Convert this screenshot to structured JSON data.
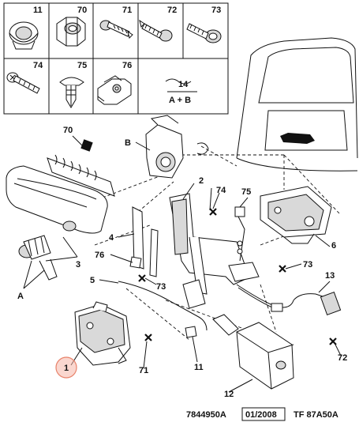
{
  "legend": {
    "cells": [
      {
        "num": "11",
        "name": "grommet"
      },
      {
        "num": "70",
        "name": "nut"
      },
      {
        "num": "71",
        "name": "screw"
      },
      {
        "num": "72",
        "name": "self-tapping screw"
      },
      {
        "num": "73",
        "name": "flanged screw"
      },
      {
        "num": "74",
        "name": "countersunk screw"
      },
      {
        "num": "75",
        "name": "clip-rivet"
      },
      {
        "num": "76",
        "name": "spring nut"
      }
    ]
  },
  "kit_note": {
    "num": "14",
    "text": "A + B"
  },
  "callouts": {
    "c1": "1",
    "c2": "2",
    "c3": "3",
    "c4": "4",
    "c5": "5",
    "c6": "6",
    "c11": "11",
    "c12": "12",
    "c13": "13",
    "c70": "70",
    "c71": "71",
    "c72": "72",
    "c73a": "73",
    "c73b": "73",
    "c74": "74",
    "c75": "75",
    "c76": "76",
    "cA": "A",
    "cB": "B"
  },
  "footer": {
    "ref": "7844950A",
    "date": "01/2008",
    "code": "TF 87A50A"
  },
  "colors": {
    "line": "#111111",
    "highlight_fill": "#f5b7a8",
    "highlight_stroke": "#e8826a",
    "shade": "#d9d9d9"
  }
}
